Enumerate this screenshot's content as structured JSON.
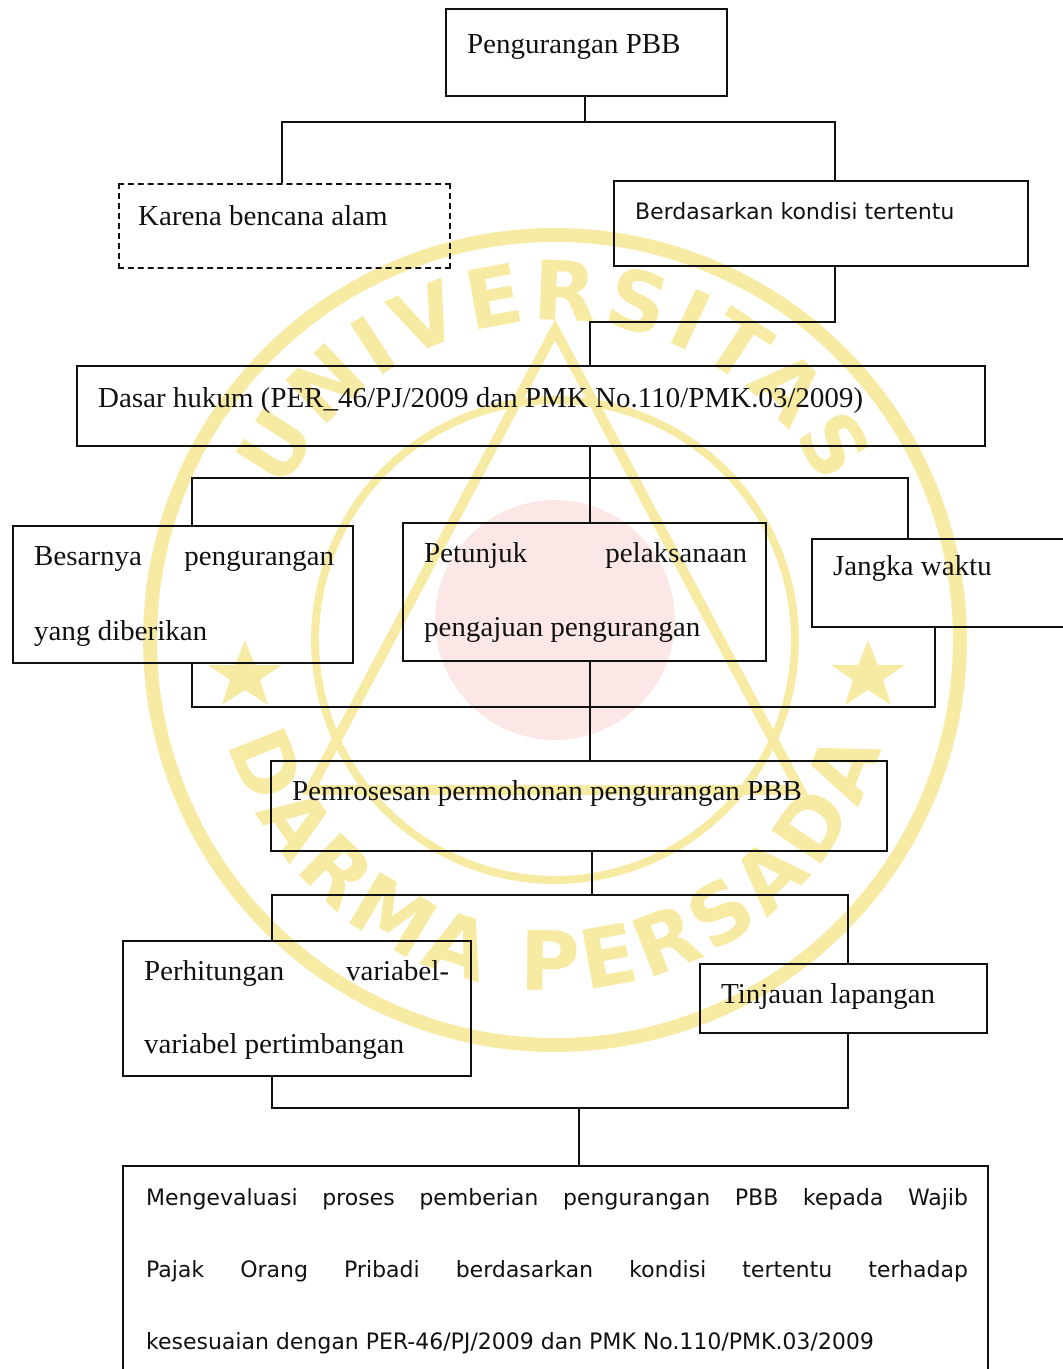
{
  "nodes": {
    "root": "Pengurangan PBB",
    "natural_disaster": "Karena bencana alam",
    "certain_condition": "Berdasarkan kondisi tertentu",
    "legal_basis": "Dasar hukum (PER_46/PJ/2009 dan PMK No.110/PMK.03/2009)",
    "amount": {
      "line1_a": "Besarnya",
      "line1_b": "pengurangan",
      "line2": "yang diberikan"
    },
    "guideline": {
      "line1_a": "Petunjuk",
      "line1_b": "pelaksanaan",
      "line2": "pengajuan pengurangan"
    },
    "period": "Jangka waktu",
    "processing": "Pemrosesan permohonan pengurangan PBB",
    "calculation": {
      "line1_a": "Perhitungan",
      "line1_b": "variabel-",
      "line2": "variabel pertimbangan"
    },
    "field_review": "Tinjauan lapangan",
    "evaluation": {
      "line1": [
        "Mengevaluasi",
        "proses",
        "pemberian",
        "pengurangan",
        "PBB",
        "kepada",
        "Wajib"
      ],
      "line2": [
        "Pajak",
        "Orang",
        "Pribadi",
        "berdasarkan",
        "kondisi",
        "tertentu",
        "terhadap"
      ],
      "line3": "kesesuaian dengan PER-46/PJ/2009 dan PMK No.110/PMK.03/2009"
    }
  },
  "watermark": {
    "top_text": "UNIVERSITAS",
    "bottom_text": "DARMA PERSADA",
    "color": "#f7eaa2",
    "accent_color": "#f6c9c6"
  },
  "colors": {
    "line": "#111111",
    "text": "#111111"
  }
}
